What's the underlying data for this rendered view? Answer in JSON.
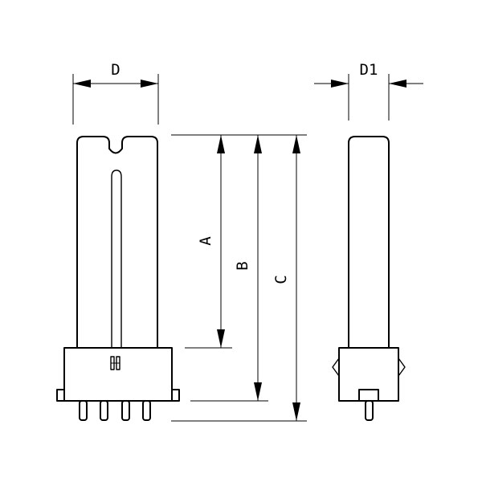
{
  "labels": {
    "d": "D",
    "d1": "D1",
    "a": "A",
    "b": "B",
    "c": "C"
  }
}
